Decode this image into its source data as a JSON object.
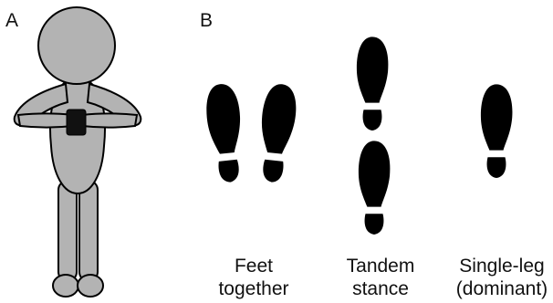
{
  "panels": {
    "a": {
      "label": "A"
    },
    "b": {
      "label": "B"
    }
  },
  "stances": [
    {
      "caption": "Feet\ntogether"
    },
    {
      "caption": "Tandem\nstance"
    },
    {
      "caption": "Single-leg\n(dominant)"
    }
  ],
  "colors": {
    "figure_fill": "#b3b3b3",
    "outline": "#000000",
    "foot": "#000000"
  }
}
